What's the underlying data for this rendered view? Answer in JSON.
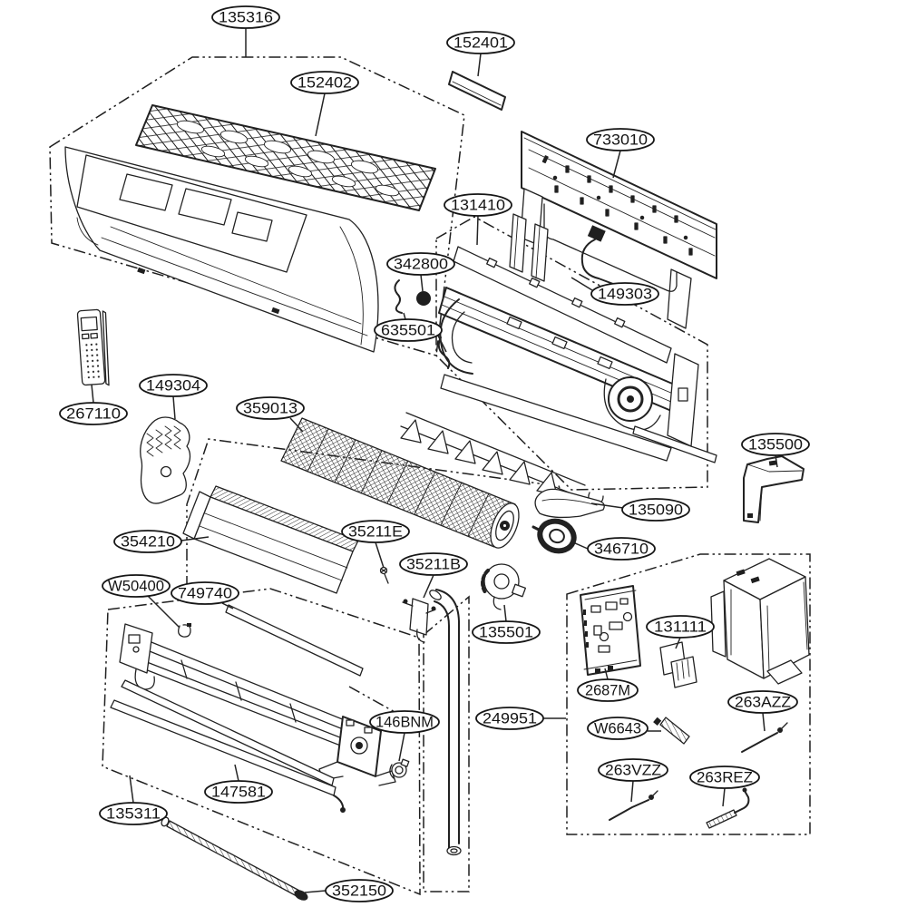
{
  "diagram": {
    "kind": "exploded-parts-diagram",
    "subject": "air-conditioner indoor unit exploded view",
    "style": {
      "background": "#ffffff",
      "line_color": "#1f1f1f",
      "label_fill": "#ffffff"
    },
    "labels": [
      {
        "part_no": "135316"
      },
      {
        "part_no": "152401"
      },
      {
        "part_no": "152402"
      },
      {
        "part_no": "733010"
      },
      {
        "part_no": "131410"
      },
      {
        "part_no": "342800"
      },
      {
        "part_no": "149303"
      },
      {
        "part_no": "635501"
      },
      {
        "part_no": "267110"
      },
      {
        "part_no": "149304"
      },
      {
        "part_no": "359013"
      },
      {
        "part_no": "135500"
      },
      {
        "part_no": "135090"
      },
      {
        "part_no": "354210"
      },
      {
        "part_no": "35211E"
      },
      {
        "part_no": "346710"
      },
      {
        "part_no": "35211B"
      },
      {
        "part_no": "W50400"
      },
      {
        "part_no": "749740"
      },
      {
        "part_no": "135501"
      },
      {
        "part_no": "2687M"
      },
      {
        "part_no": "131111"
      },
      {
        "part_no": "W6643"
      },
      {
        "part_no": "249951"
      },
      {
        "part_no": "146BNM"
      },
      {
        "part_no": "263AZZ"
      },
      {
        "part_no": "263VZZ"
      },
      {
        "part_no": "263REZ"
      },
      {
        "part_no": "147581"
      },
      {
        "part_no": "135311"
      },
      {
        "part_no": "352150"
      }
    ]
  }
}
